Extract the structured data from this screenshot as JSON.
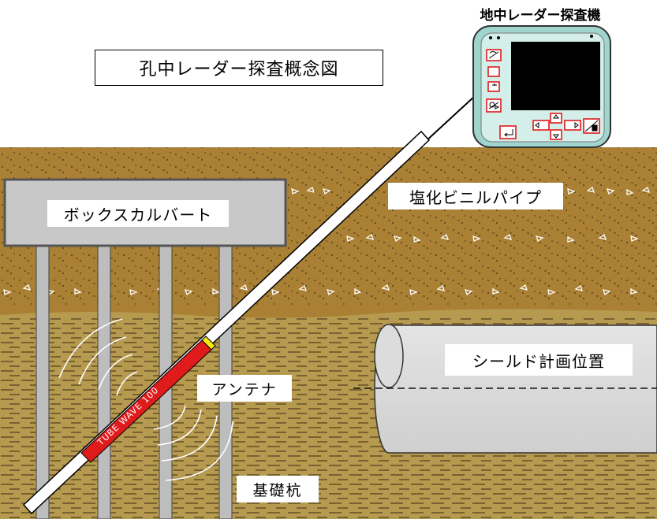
{
  "title": "孔中レーダー探査概念図",
  "device": {
    "label": "地中レーダー探査機"
  },
  "labels": {
    "box_culvert": "ボックスカルバート",
    "pvc_pipe": "塩化ビニルパイプ",
    "shield_position": "シールド計画位置",
    "antenna": "アンテナ",
    "foundation_piles": "基礎杭"
  },
  "antenna_text": "TUBE WAVE 100",
  "colors": {
    "soil": "#a98034",
    "clay": "#b69a4f",
    "culvert": "#c8c8c8",
    "device_body": "#9fd5ce",
    "antenna": "#e01b1b"
  }
}
